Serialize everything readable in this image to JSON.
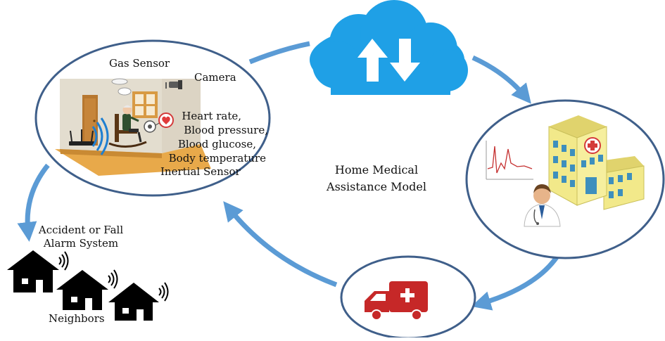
{
  "center_label": [
    "Home Medical",
    "Assistance Model"
  ],
  "home": {
    "gas_sensor": "Gas Sensor",
    "camera": "Camera",
    "vitals": [
      "Heart rate,",
      "Blood pressure,",
      "Blood glucose,",
      "Body temperature"
    ],
    "inertial": "Inertial Sensor"
  },
  "alarm": [
    "Accident or Fall",
    "Alarm System"
  ],
  "neighbors": "Neighbors",
  "colors": {
    "arrow": "#5b9bd5",
    "ellipse_stroke": "#3f5f8a",
    "cloud": "#1fa0e6",
    "ambulance": "#c62828",
    "hospital": "#f2e98a",
    "house": "#000000"
  }
}
